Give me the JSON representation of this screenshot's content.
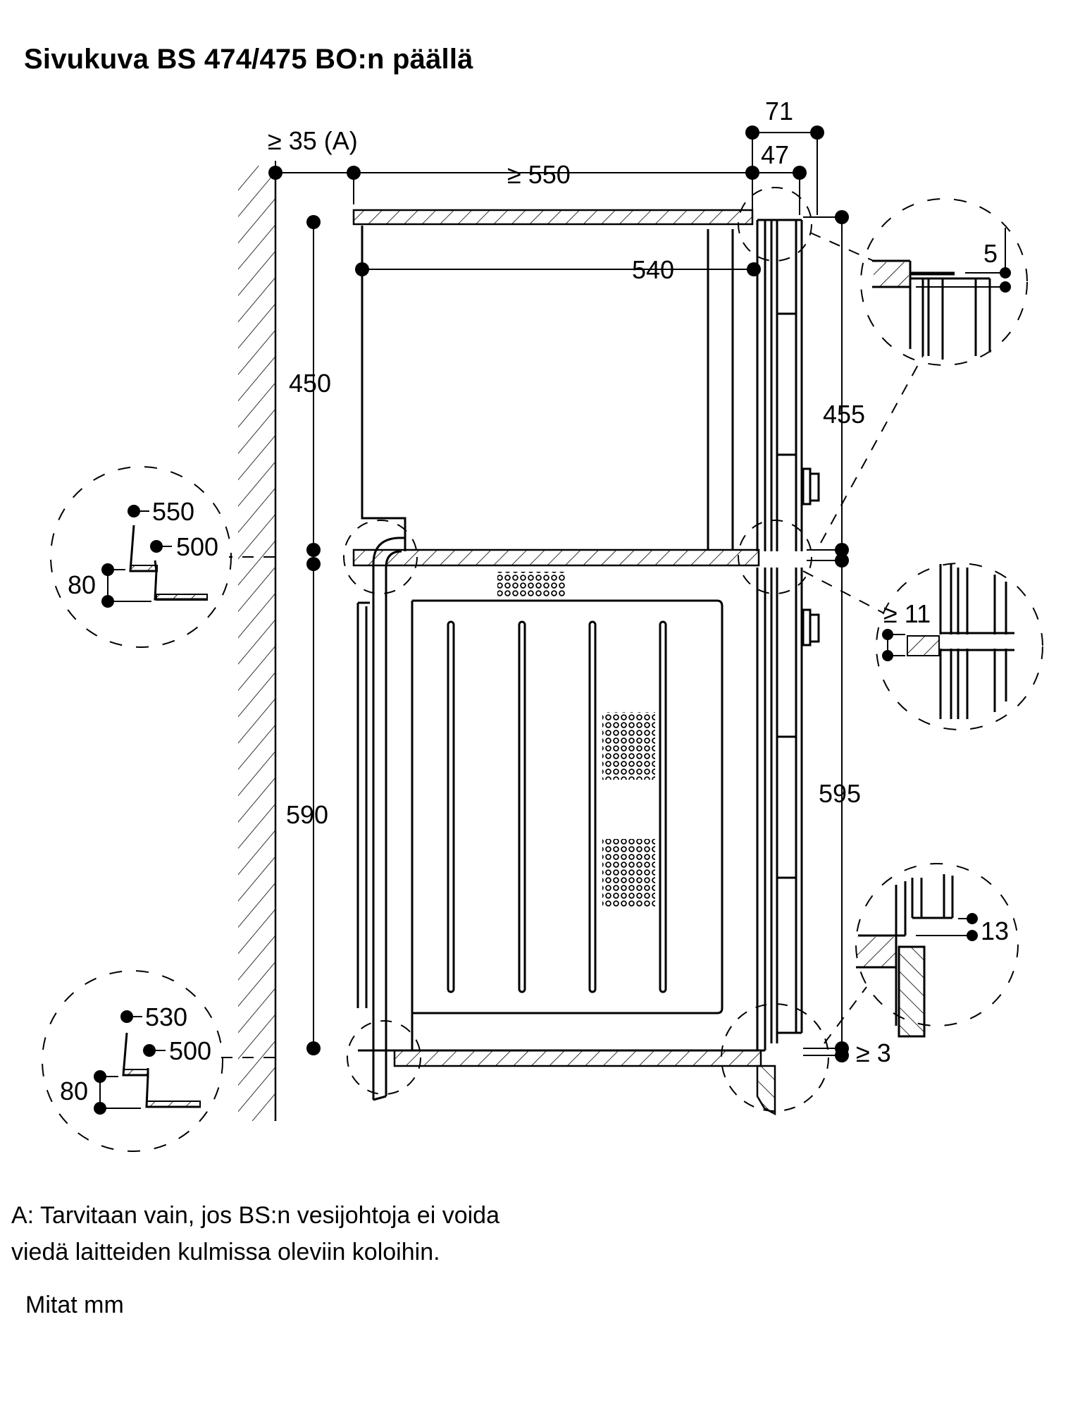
{
  "title": "Sivukuva BS 474/475 BO:n päällä",
  "note": {
    "line1": "A: Tarvitaan vain, jos BS:n vesijohtoja ei voida",
    "line2": "viedä laitteiden kulmissa oleviin koloihin."
  },
  "units": "Mitat mm",
  "dimensions": {
    "wall_gap": "≥ 35 (A)",
    "depth_min": "≥ 550",
    "depth_540": "540",
    "front_71": "71",
    "front_47": "47",
    "height_450": "450",
    "height_590": "590",
    "height_455": "455",
    "height_595": "595",
    "gap_bottom": "≥ 3"
  },
  "details": {
    "top_left": {
      "d1": "550",
      "d2": "500",
      "h": "80"
    },
    "bottom_left": {
      "d1": "530",
      "d2": "500",
      "h": "80"
    },
    "top_right": {
      "gap": "5"
    },
    "middle_right": {
      "gap": "≥ 11"
    },
    "bottom_right": {
      "gap": "13"
    }
  }
}
